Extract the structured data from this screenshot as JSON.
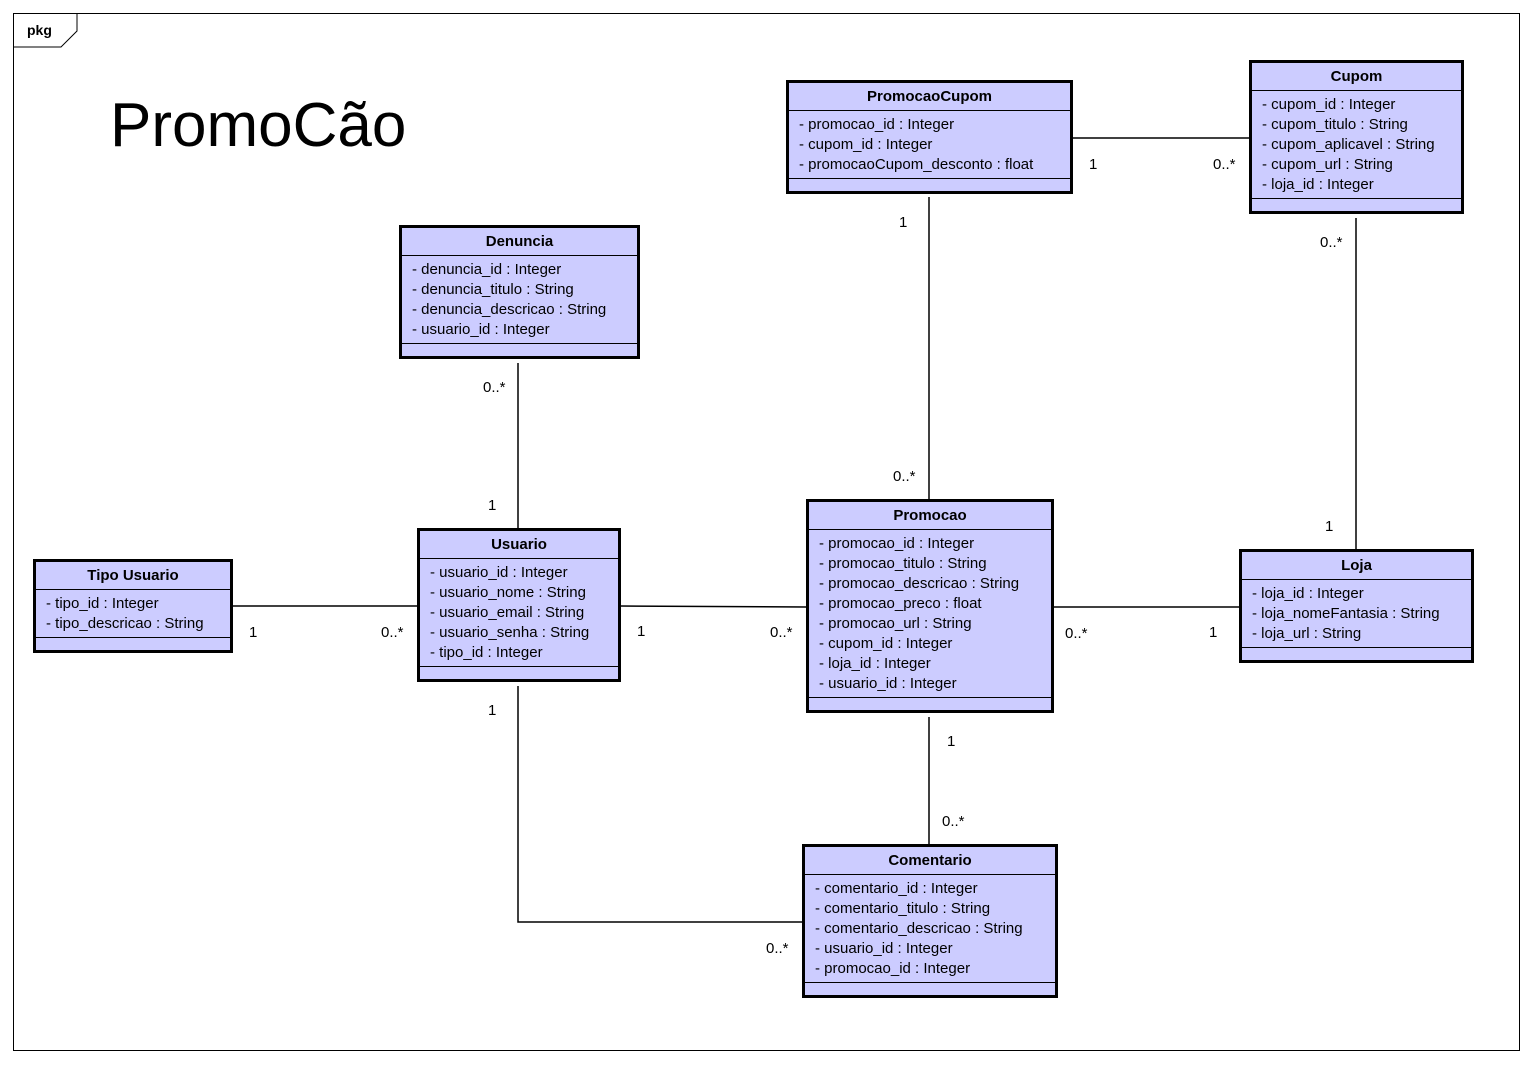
{
  "frame": {
    "tab_label": "pkg"
  },
  "title": "PromoCão",
  "classes": {
    "promocao_cupom": {
      "name": "PromocaoCupom",
      "attributes": [
        "- promocao_id : Integer",
        "- cupom_id : Integer",
        "- promocaoCupom_desconto : float"
      ]
    },
    "cupom": {
      "name": "Cupom",
      "attributes": [
        "- cupom_id : Integer",
        "- cupom_titulo : String",
        "- cupom_aplicavel : String",
        "- cupom_url : String",
        "- loja_id : Integer"
      ]
    },
    "denuncia": {
      "name": "Denuncia",
      "attributes": [
        "- denuncia_id : Integer",
        "- denuncia_titulo : String",
        "- denuncia_descricao : String",
        "- usuario_id : Integer"
      ]
    },
    "tipo_usuario": {
      "name": "Tipo Usuario",
      "attributes": [
        "- tipo_id : Integer",
        "- tipo_descricao : String"
      ]
    },
    "usuario": {
      "name": "Usuario",
      "attributes": [
        "- usuario_id : Integer",
        "- usuario_nome : String",
        "- usuario_email : String",
        "- usuario_senha : String",
        "- tipo_id : Integer"
      ]
    },
    "promocao": {
      "name": "Promocao",
      "attributes": [
        "- promocao_id : Integer",
        "- promocao_titulo : String",
        "- promocao_descricao : String",
        "- promocao_preco : float",
        "- promocao_url : String",
        "- cupom_id : Integer",
        "- loja_id : Integer",
        "- usuario_id : Integer"
      ]
    },
    "loja": {
      "name": "Loja",
      "attributes": [
        "- loja_id : Integer",
        "- loja_nomeFantasia : String",
        "- loja_url : String"
      ]
    },
    "comentario": {
      "name": "Comentario",
      "attributes": [
        "- comentario_id : Integer",
        "- comentario_titulo : String",
        "- comentario_descricao : String",
        "- usuario_id : Integer",
        "- promocao_id : Integer"
      ]
    }
  },
  "associations": [
    {
      "from": "PromocaoCupom",
      "to": "Cupom",
      "from_mult": "1",
      "to_mult": "0..*"
    },
    {
      "from": "PromocaoCupom",
      "to": "Promocao",
      "from_mult": "1",
      "to_mult": "0..*"
    },
    {
      "from": "Cupom",
      "to": "Loja",
      "from_mult": "0..*",
      "to_mult": "1"
    },
    {
      "from": "Denuncia",
      "to": "Usuario",
      "from_mult": "0..*",
      "to_mult": "1"
    },
    {
      "from": "Tipo Usuario",
      "to": "Usuario",
      "from_mult": "1",
      "to_mult": "0..*"
    },
    {
      "from": "Usuario",
      "to": "Promocao",
      "from_mult": "1",
      "to_mult": "0..*"
    },
    {
      "from": "Promocao",
      "to": "Loja",
      "from_mult": "0..*",
      "to_mult": "1"
    },
    {
      "from": "Promocao",
      "to": "Comentario",
      "from_mult": "1",
      "to_mult": "0..*"
    },
    {
      "from": "Usuario",
      "to": "Comentario",
      "from_mult": "1",
      "to_mult": "0..*"
    }
  ]
}
